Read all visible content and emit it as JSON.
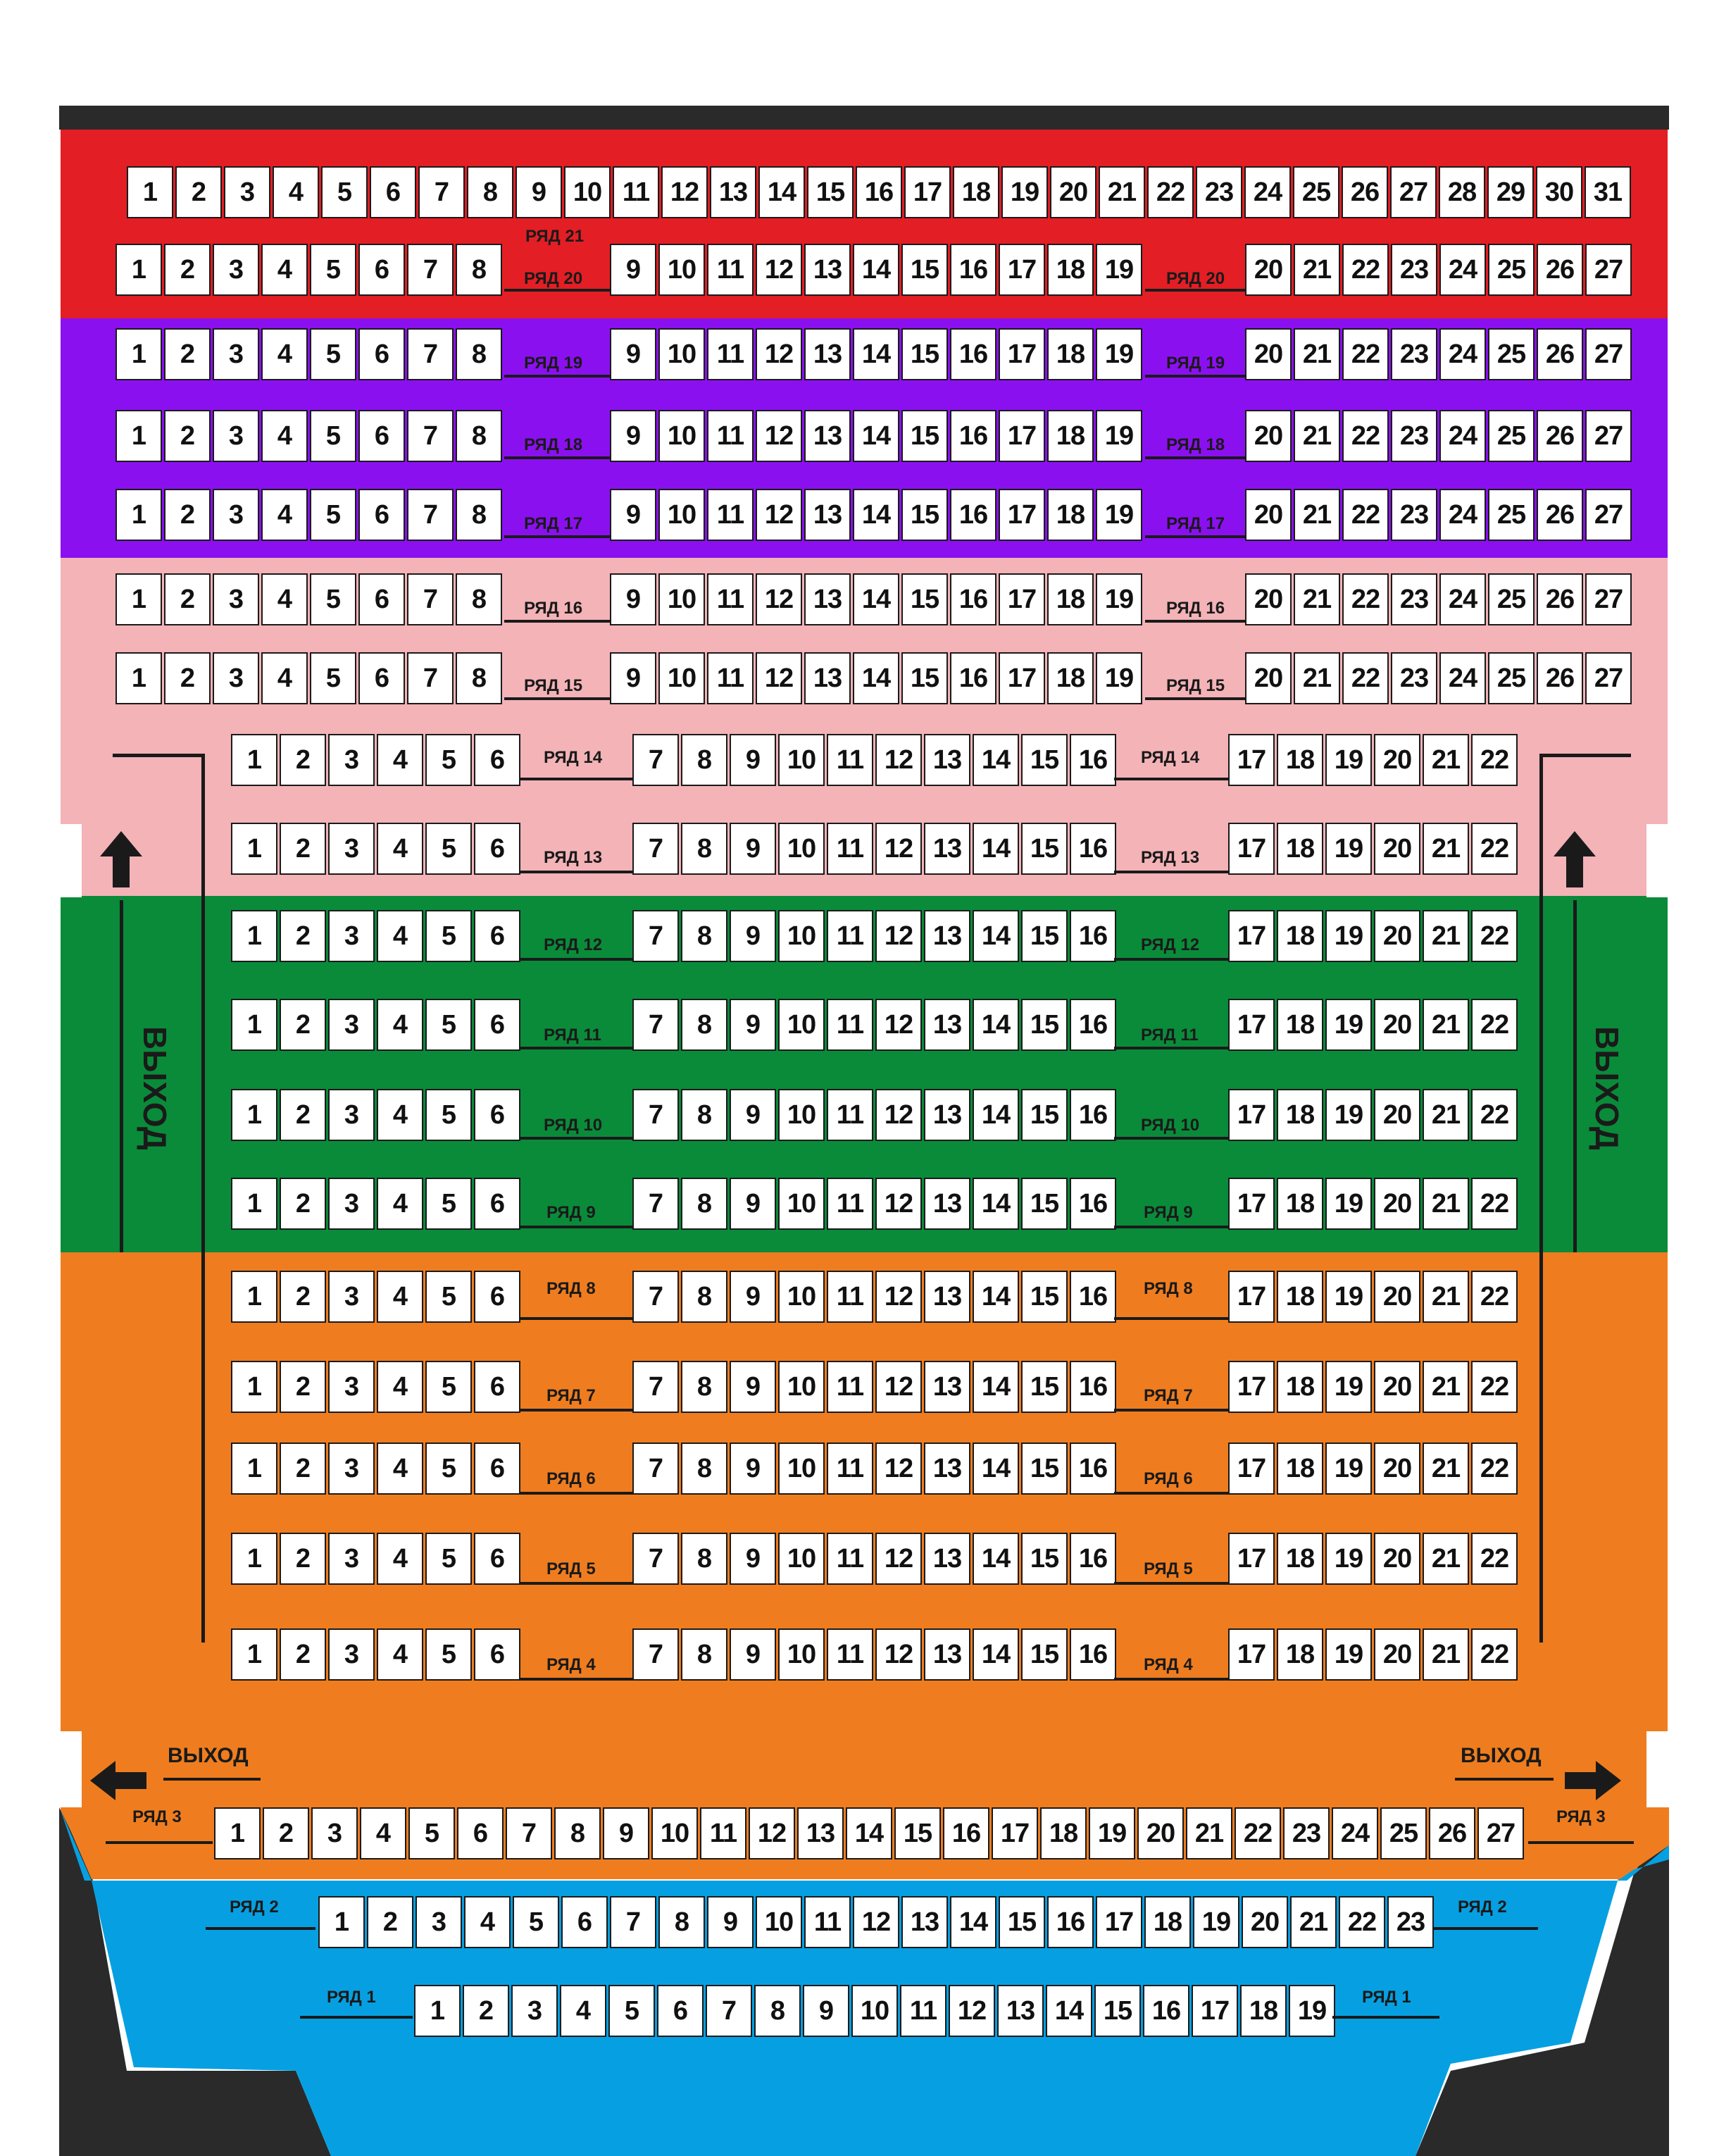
{
  "colors": {
    "frame": "#2a2a2a",
    "zone_red": "#e31e24",
    "zone_purple": "#8b10f0",
    "zone_pink": "#f3b3b7",
    "zone_green": "#0a8b3a",
    "zone_orange": "#ef7d1f",
    "zone_blue": "#06a0e2"
  },
  "exits": {
    "left_vertical": "ВЫХОД",
    "right_vertical": "ВЫХОД",
    "left_horizontal": "ВЫХОД",
    "right_horizontal": "ВЫХОД"
  },
  "rows": [
    {
      "row": 21,
      "label": "РЯД 21",
      "blocks": [
        [
          1,
          31
        ]
      ]
    },
    {
      "row": 20,
      "label": "РЯД 20",
      "blocks": [
        [
          1,
          8
        ],
        [
          9,
          19
        ],
        [
          20,
          27
        ]
      ]
    },
    {
      "row": 19,
      "label": "РЯД 19",
      "blocks": [
        [
          1,
          8
        ],
        [
          9,
          19
        ],
        [
          20,
          27
        ]
      ]
    },
    {
      "row": 18,
      "label": "РЯД 18",
      "blocks": [
        [
          1,
          8
        ],
        [
          9,
          19
        ],
        [
          20,
          27
        ]
      ]
    },
    {
      "row": 17,
      "label": "РЯД 17",
      "blocks": [
        [
          1,
          8
        ],
        [
          9,
          19
        ],
        [
          20,
          27
        ]
      ]
    },
    {
      "row": 16,
      "label": "РЯД 16",
      "blocks": [
        [
          1,
          8
        ],
        [
          9,
          19
        ],
        [
          20,
          27
        ]
      ]
    },
    {
      "row": 15,
      "label": "РЯД 15",
      "blocks": [
        [
          1,
          8
        ],
        [
          9,
          19
        ],
        [
          20,
          27
        ]
      ]
    },
    {
      "row": 14,
      "label": "РЯД 14",
      "blocks": [
        [
          1,
          6
        ],
        [
          7,
          16
        ],
        [
          17,
          22
        ]
      ]
    },
    {
      "row": 13,
      "label": "РЯД 13",
      "blocks": [
        [
          1,
          6
        ],
        [
          7,
          16
        ],
        [
          17,
          22
        ]
      ]
    },
    {
      "row": 12,
      "label": "РЯД 12",
      "blocks": [
        [
          1,
          6
        ],
        [
          7,
          16
        ],
        [
          17,
          22
        ]
      ]
    },
    {
      "row": 11,
      "label": "РЯД 11",
      "blocks": [
        [
          1,
          6
        ],
        [
          7,
          16
        ],
        [
          17,
          22
        ]
      ]
    },
    {
      "row": 10,
      "label": "РЯД 10",
      "blocks": [
        [
          1,
          6
        ],
        [
          7,
          16
        ],
        [
          17,
          22
        ]
      ]
    },
    {
      "row": 9,
      "label": "РЯД 9",
      "blocks": [
        [
          1,
          6
        ],
        [
          7,
          16
        ],
        [
          17,
          22
        ]
      ]
    },
    {
      "row": 8,
      "label": "РЯД 8",
      "blocks": [
        [
          1,
          6
        ],
        [
          7,
          16
        ],
        [
          17,
          22
        ]
      ]
    },
    {
      "row": 7,
      "label": "РЯД 7",
      "blocks": [
        [
          1,
          6
        ],
        [
          7,
          16
        ],
        [
          17,
          22
        ]
      ]
    },
    {
      "row": 6,
      "label": "РЯД 6",
      "blocks": [
        [
          1,
          6
        ],
        [
          7,
          16
        ],
        [
          17,
          22
        ]
      ]
    },
    {
      "row": 5,
      "label": "РЯД 5",
      "blocks": [
        [
          1,
          6
        ],
        [
          7,
          16
        ],
        [
          17,
          22
        ]
      ]
    },
    {
      "row": 4,
      "label": "РЯД 4",
      "blocks": [
        [
          1,
          6
        ],
        [
          7,
          16
        ],
        [
          17,
          22
        ]
      ]
    },
    {
      "row": 3,
      "label": "РЯД 3",
      "blocks": [
        [
          1,
          27
        ]
      ]
    },
    {
      "row": 2,
      "label": "РЯД 2",
      "blocks": [
        [
          1,
          23
        ]
      ]
    },
    {
      "row": 1,
      "label": "РЯД 1",
      "blocks": [
        [
          1,
          19
        ]
      ]
    }
  ]
}
